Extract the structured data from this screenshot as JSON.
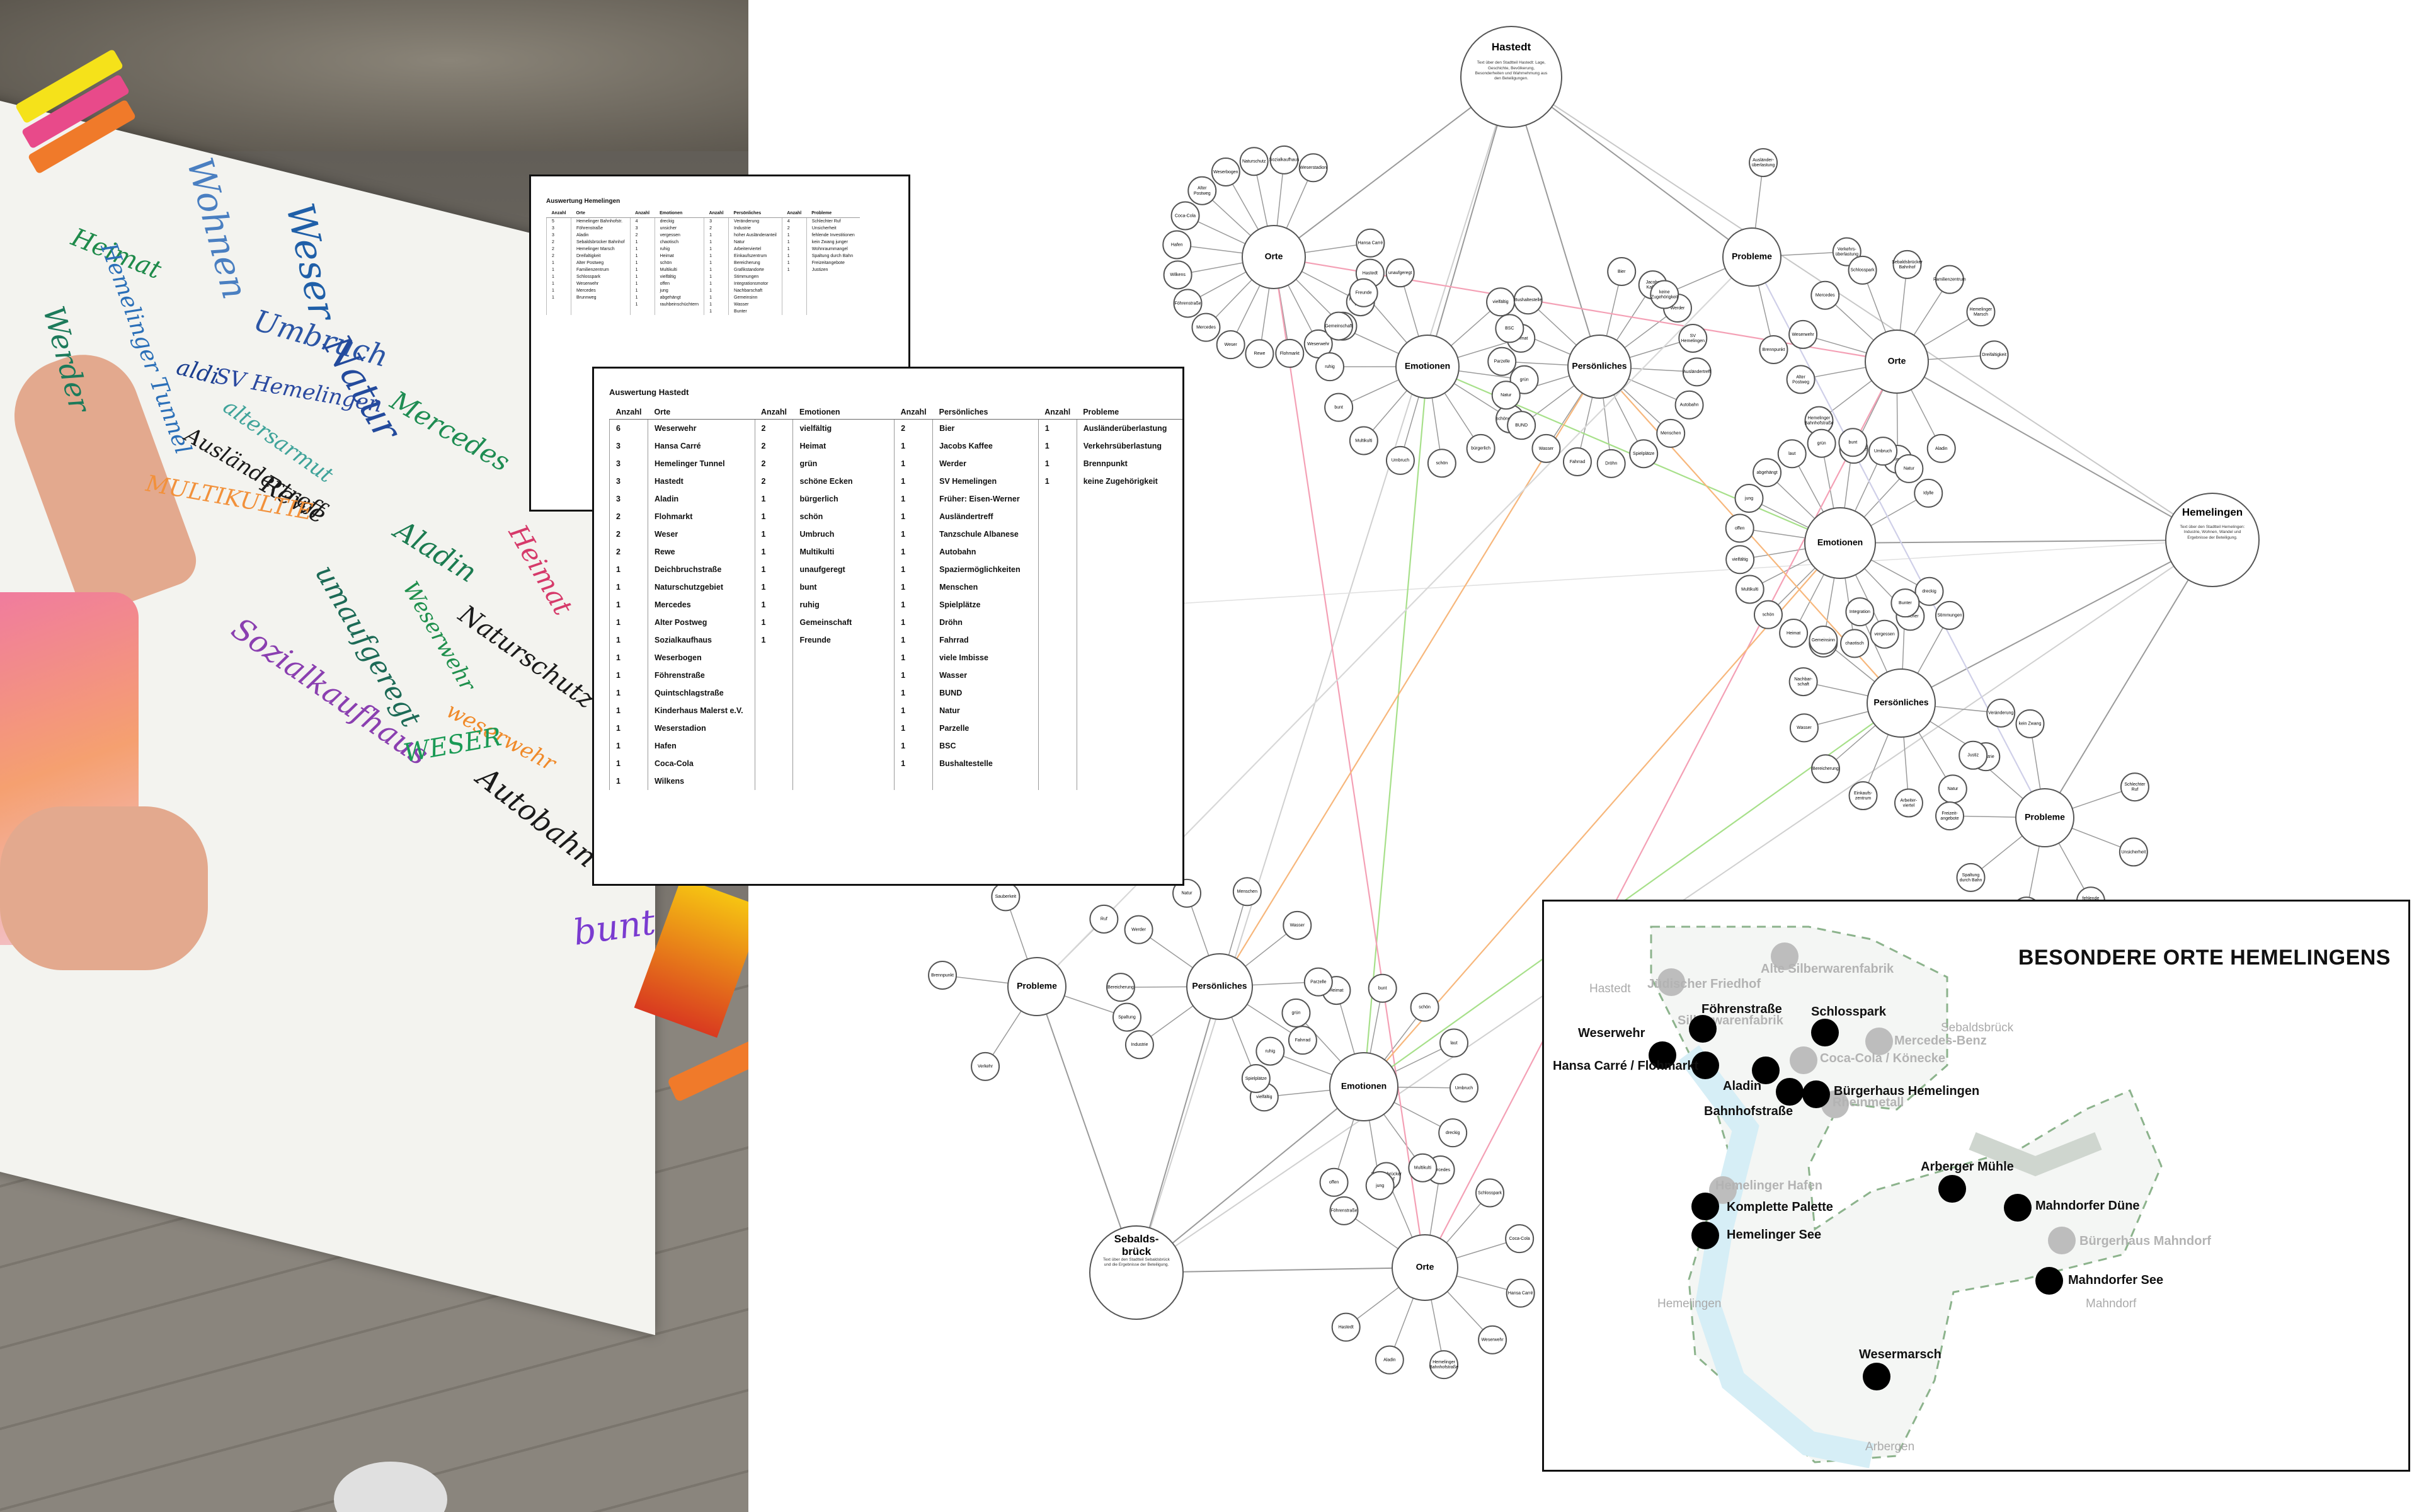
{
  "photo": {
    "handwriting": [
      {
        "text": "Weser",
        "color": "#1f5fa8"
      },
      {
        "text": "Wohnen",
        "color": "#4a7fc1"
      },
      {
        "text": "Heimat",
        "color": "#1e8a4a"
      },
      {
        "text": "Hemelinger Tunnel",
        "color": "#2a6fb8"
      },
      {
        "text": "Werder",
        "color": "#1c7a5a"
      },
      {
        "text": "Umbruch",
        "color": "#2b55a5"
      },
      {
        "text": "Natur",
        "color": "#234a9c"
      },
      {
        "text": "SV Hemelingen",
        "color": "#2a49a0"
      },
      {
        "text": "aldi",
        "color": "#1b3e8f"
      },
      {
        "text": "Mercedes",
        "color": "#1e8c52"
      },
      {
        "text": "altersarmut",
        "color": "#3fa39a"
      },
      {
        "text": "Rewe",
        "color": "#1a1a1a"
      },
      {
        "text": "Ausländertreff",
        "color": "#1a1a1a"
      },
      {
        "text": "MULTIKULTIE",
        "color": "#f2913b"
      },
      {
        "text": "Aladin",
        "color": "#1b7b50"
      },
      {
        "text": "Heimat",
        "color": "#d63a6a"
      },
      {
        "text": "umaufgeregt",
        "color": "#1c6a56"
      },
      {
        "text": "Weserwehr",
        "color": "#1e8f4c"
      },
      {
        "text": "Naturschutz",
        "color": "#1a1a1a"
      },
      {
        "text": "Sozialkaufhaus",
        "color": "#8a3fb0"
      },
      {
        "text": "weserwehr",
        "color": "#f08a2a"
      },
      {
        "text": "WESER",
        "color": "#1a9a55"
      },
      {
        "text": "Autobahn",
        "color": "#1a1a1a"
      },
      {
        "text": "bunt",
        "color": "#7a3bd0"
      }
    ]
  },
  "table_hemelingen": {
    "title": "Auswertung Hemelingen",
    "headers": [
      "Anzahl",
      "Orte",
      "Anzahl",
      "Emotionen",
      "Anzahl",
      "Persönliches",
      "Anzahl",
      "Probleme"
    ],
    "rows": [
      [
        "5",
        "Hemelinger Bahnhofstr.",
        "4",
        "dreckig",
        "3",
        "Veränderung",
        "4",
        "Schlechter Ruf"
      ],
      [
        "3",
        "Föhrenstraße",
        "3",
        "unsicher",
        "2",
        "Industrie",
        "2",
        "Unsicherheit"
      ],
      [
        "3",
        "Aladin",
        "2",
        "vergessen",
        "1",
        "hoher Ausländeranteil",
        "1",
        "fehlende Investitionen"
      ],
      [
        "2",
        "Sebaldsbrücker Bahnhof",
        "1",
        "chaotisch",
        "1",
        "Natur",
        "1",
        "kein Zwang junger"
      ],
      [
        "2",
        "Hemelinger Marsch",
        "1",
        "ruhig",
        "1",
        "Arbeiterviertel",
        "1",
        "Wohnraummangel"
      ],
      [
        "2",
        "Dreifaltigkeit",
        "1",
        "Heimat",
        "1",
        "Einkaufszentrum",
        "1",
        "Spaltung durch Bahn"
      ],
      [
        "1",
        "Alter Postweg",
        "1",
        "schön",
        "1",
        "Bereicherung",
        "1",
        "Freizeitangebote"
      ],
      [
        "1",
        "Familienzentrum",
        "1",
        "Multikulti",
        "1",
        "Grafikstandorte",
        "1",
        "Justizen"
      ],
      [
        "1",
        "Schlosspark",
        "1",
        "vielfältig",
        "1",
        "Stimmungen",
        "",
        " "
      ],
      [
        "1",
        "Weserwehr",
        "1",
        "offen",
        "1",
        "Integrationsmotor",
        "",
        ""
      ],
      [
        "1",
        "Mercedes",
        "1",
        "jung",
        "1",
        "Nachbarschaft",
        "",
        ""
      ],
      [
        "1",
        "Brunnweg",
        "1",
        "abgehängt",
        "1",
        "Gemeinsinn",
        "",
        ""
      ],
      [
        "",
        "",
        "1",
        "rauhbeinschüchtern",
        "1",
        "Wasser",
        "",
        ""
      ],
      [
        "",
        "",
        "",
        "",
        "1",
        "Bunter",
        "",
        ""
      ]
    ]
  },
  "table_hastedt": {
    "title": "Auswertung Hastedt",
    "headers": [
      "Anzahl",
      "Orte",
      "Anzahl",
      "Emotionen",
      "Anzahl",
      "Persönliches",
      "Anzahl",
      "Probleme"
    ],
    "rows": [
      [
        "6",
        "Weserwehr",
        "2",
        "vielfältig",
        "2",
        "Bier",
        "1",
        "Ausländerüberlastung"
      ],
      [
        "3",
        "Hansa Carré",
        "2",
        "Heimat",
        "1",
        "Jacobs Kaffee",
        "1",
        "Verkehrsüberlastung"
      ],
      [
        "3",
        "Hemelinger Tunnel",
        "2",
        "grün",
        "1",
        "Werder",
        "1",
        "Brennpunkt"
      ],
      [
        "3",
        "Hastedt",
        "2",
        "schöne Ecken",
        "1",
        "SV Hemelingen",
        "1",
        "keine Zugehörigkeit"
      ],
      [
        "3",
        "Aladin",
        "1",
        "bürgerlich",
        "1",
        "Früher: Eisen-Werner",
        "",
        ""
      ],
      [
        "2",
        "Flohmarkt",
        "1",
        "schön",
        "1",
        "Ausländertreff",
        "",
        ""
      ],
      [
        "2",
        "Weser",
        "1",
        "Umbruch",
        "1",
        "Tanzschule Albanese",
        "",
        ""
      ],
      [
        "2",
        "Rewe",
        "1",
        "Multikulti",
        "1",
        "Autobahn",
        "",
        ""
      ],
      [
        "1",
        "Deichbruchstraße",
        "1",
        "unaufgeregt",
        "1",
        "Spaziermöglichkeiten",
        "",
        ""
      ],
      [
        "1",
        "Naturschutzgebiet",
        "1",
        "bunt",
        "1",
        "Menschen",
        "",
        ""
      ],
      [
        "1",
        "Mercedes",
        "1",
        "ruhig",
        "1",
        "Spielplätze",
        "",
        ""
      ],
      [
        "1",
        "Alter Postweg",
        "1",
        "Gemeinschaft",
        "1",
        "Dröhn",
        "",
        ""
      ],
      [
        "1",
        "Sozialkaufhaus",
        "1",
        "Freunde",
        "1",
        "Fahrrad",
        "",
        ""
      ],
      [
        "1",
        "Weserbogen",
        "",
        "",
        "1",
        "viele Imbisse",
        "",
        ""
      ],
      [
        "1",
        "Föhrenstraße",
        "",
        "",
        "1",
        "Wasser",
        "",
        ""
      ],
      [
        "1",
        "Quintschlagstraße",
        "",
        "",
        "1",
        "BUND",
        "",
        ""
      ],
      [
        "1",
        "Kinderhaus Malerst e.V.",
        "",
        "",
        "1",
        "Natur",
        "",
        ""
      ],
      [
        "1",
        "Weserstadion",
        "",
        "",
        "1",
        "Parzelle",
        "",
        ""
      ],
      [
        "1",
        "Hafen",
        "",
        "",
        "1",
        "BSC",
        "",
        ""
      ],
      [
        "1",
        "Coca-Cola",
        "",
        "",
        "1",
        "Bushaltestelle",
        "",
        ""
      ],
      [
        "1",
        "Wilkens",
        "",
        "",
        "",
        "",
        "",
        ""
      ]
    ]
  },
  "network": {
    "hubs": {
      "hastedt": {
        "title": "Hastedt",
        "text": "Text über den Stadtteil Hastedt: Lage, Geschichte, Bevölkerung, Besonderheiten und Wahrnehmung aus den Beteiligungen."
      },
      "hemelingen": {
        "title": "Hemelingen",
        "text": "Text über den Stadtteil Hemelingen: Industrie, Wohnen, Wandel und Ergebnisse der Beteiligung."
      },
      "sebaldsbrueck": {
        "title": "Sebalds-\nbrück",
        "text": "Text über den Stadtteil Sebaldsbrück und die Ergebnisse der Beteiligung."
      }
    },
    "category_labels": {
      "orte": "Orte",
      "emotionen": "Emotionen",
      "persoenliches": "Persönliches",
      "probleme": "Probleme"
    },
    "leaves": {
      "h_orte": [
        "Hansa Carré",
        "Hastedt",
        "Hemelinger Tunnel",
        "Aladin",
        "Weserwehr",
        "Flohmarkt",
        "Rewe",
        "Weser",
        "Mercedes",
        "Föhrenstraße",
        "Wilkens",
        "Hafen",
        "Coca-Cola",
        "Alter Postweg",
        "Weserbogen",
        "Naturschutz",
        "Sozialkaufhaus",
        "Weserstadion"
      ],
      "h_emotionen": [
        "vielfältig",
        "Heimat",
        "grün",
        "schöne Ecken",
        "bürgerlich",
        "schön",
        "Umbruch",
        "Multikulti",
        "bunt",
        "ruhig",
        "Gemeinschaft",
        "Freunde",
        "unaufgeregt"
      ],
      "h_persoenliches": [
        "Bier",
        "Jacobs Kaffee",
        "Werder",
        "SV Hemelingen",
        "Ausländertreff",
        "Autobahn",
        "Menschen",
        "Spielplätze",
        "Dröhn",
        "Fahrrad",
        "Wasser",
        "BUND",
        "Natur",
        "Parzelle",
        "BSC",
        "Bushaltestelle"
      ],
      "h_probleme": [
        "Ausländer-überlastung",
        "Verkehrs-überlastung",
        "Brennpunkt",
        "keine Zugehörigkeit"
      ],
      "m_orte": [
        "Aladin",
        "Brunnweg",
        "Föhrenstraße",
        "Hemelinger Bahnhofstraße",
        "Alter Postweg",
        "Weserwehr",
        "Mercedes",
        "Schlosspark",
        "Sebaldsbrücker Bahnhof",
        "Familienzentrum",
        "Hemelinger Marsch",
        "Dreifaltigkeit"
      ],
      "m_emotionen": [
        "dreckig",
        "unsicher",
        "vergessen",
        "chaotisch",
        "ruhig",
        "Heimat",
        "schön",
        "Multikulti",
        "vielfältig",
        "offen",
        "jung",
        "abgehängt",
        "laut",
        "grün",
        "bunt",
        "Umbruch",
        "Natur",
        "Idylle"
      ],
      "m_persoenliches": [
        "Veränderung",
        "Industrie",
        "Natur",
        "Arbeiter-viertel",
        "Einkaufs-zentrum",
        "Bereicherung",
        "Wasser",
        "Nachbar-schaft",
        "Gemeinsinn",
        "Integration",
        "Bunter",
        "Stimmungen"
      ],
      "m_probleme": [
        "Schlechter Ruf",
        "Unsicherheit",
        "fehlende Investitionen",
        "Wohnraum-mangel",
        "Spaltung durch Bahn",
        "Freizeit-angebote",
        "Justiz",
        "kein Zwang"
      ],
      "s_orte": [
        "Föhrenstraße",
        "Sebaldsbrücker Bahnhof",
        "Mercedes",
        "Schlosspark",
        "Coca-Cola",
        "Hansa Carré",
        "Weserwehr",
        "Hemelinger Bahnhofstraße",
        "Aladin",
        "Hastedt"
      ],
      "s_emotionen": [
        "vielfältig",
        "ruhig",
        "grün",
        "Heimat",
        "bunt",
        "schön",
        "laut",
        "Umbruch",
        "dreckig",
        "Multikulti",
        "jung",
        "offen"
      ],
      "s_persoenliches": [
        "Industrie",
        "Bereicherung",
        "Werder",
        "Natur",
        "Menschen",
        "Wasser",
        "Parzelle",
        "Fahrrad",
        "Spielplätze"
      ],
      "s_probleme": [
        "Verkehr",
        "Brennpunkt",
        "Sauberkeit",
        "Ruf",
        "Spaltung"
      ]
    }
  },
  "map": {
    "title": "BESONDERE ORTE HEMELINGENS",
    "districts": [
      "Hastedt",
      "Sebaldsbrück",
      "Hemelingen",
      "Mahndorf",
      "Arbergen"
    ],
    "places_black": [
      "Föhrenstraße",
      "Schlosspark",
      "Weserwehr",
      "Hansa Carré / Flohmarkt",
      "Aladin",
      "Bahnhofstraße",
      "Bürgerhaus Hemelingen",
      "Arberger Mühle",
      "Mahndorfer Düne",
      "Komplette Palette",
      "Hemelinger See",
      "Mahndorfer See",
      "Wesermarsch"
    ],
    "places_grey": [
      "Jüdischer Friedhof",
      "Alte Silberwarenfabrik",
      "Silberwarenfabrik",
      "Mercedes-Benz",
      "Coca-Cola / Könecke",
      "Rheinmetall",
      "Hemelinger Hafen",
      "Bürgerhaus Mahndorf"
    ],
    "colors": {
      "black": "#000000",
      "grey": "#bdbdbd",
      "border": "#8cb38c"
    }
  }
}
